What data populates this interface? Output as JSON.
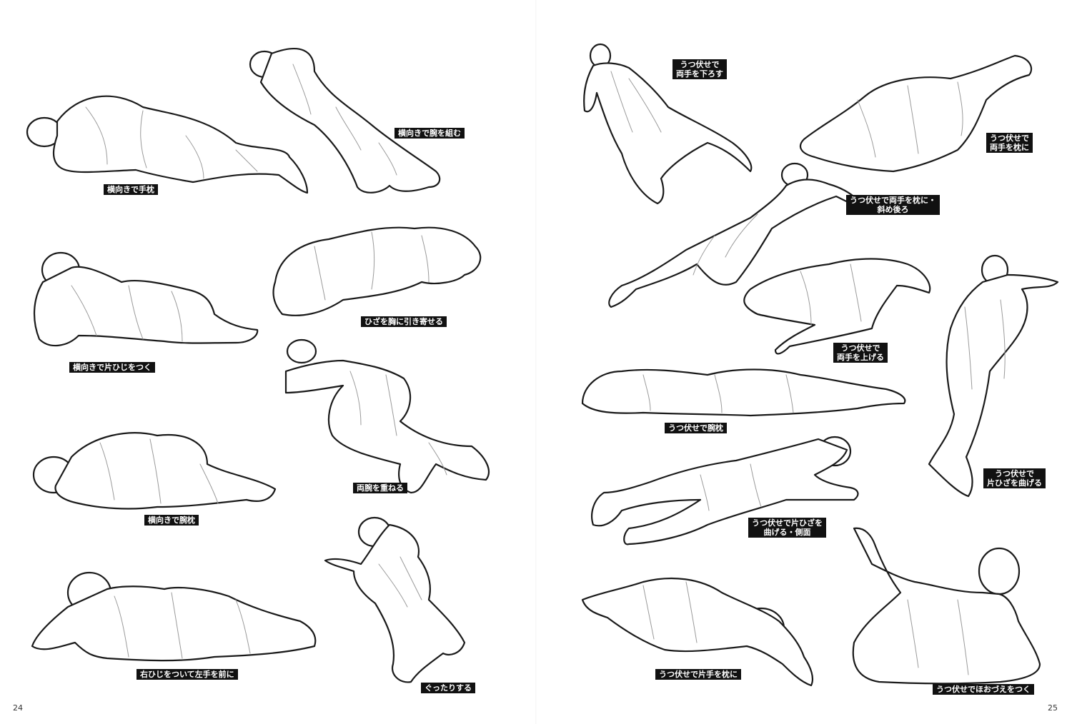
{
  "page_numbers": {
    "left": "24",
    "right": "25"
  },
  "captions": [
    {
      "id": "yokomuki-temakura",
      "lines": [
        "横向きで手枕"
      ]
    },
    {
      "id": "yokomuki-ude-kumu",
      "lines": [
        "横向きで腕を組む"
      ]
    },
    {
      "id": "yokomuki-katahiji",
      "lines": [
        "横向きで片ひじをつく"
      ]
    },
    {
      "id": "hiza-mune",
      "lines": [
        "ひざを胸に引き寄せる"
      ]
    },
    {
      "id": "ryouude-kasaneru",
      "lines": [
        "両腕を重ねる"
      ]
    },
    {
      "id": "yokomuki-udemakura",
      "lines": [
        "横向きで腕枕"
      ]
    },
    {
      "id": "migihiji-hidarite",
      "lines": [
        "右ひじをついて左手を前に"
      ]
    },
    {
      "id": "guttari",
      "lines": [
        "ぐったりする"
      ]
    },
    {
      "id": "utsubuse-ryoute-orosu",
      "lines": [
        "うつ伏せで",
        "両手を下ろす"
      ]
    },
    {
      "id": "utsubuse-ryoute-makura",
      "lines": [
        "うつ伏せで",
        "両手を枕に"
      ]
    },
    {
      "id": "utsubuse-ryoute-makura-naname",
      "lines": [
        "うつ伏せで両手を枕に・",
        "斜め後ろ"
      ]
    },
    {
      "id": "utsubuse-ryoute-ageru",
      "lines": [
        "うつ伏せで",
        "両手を上げる"
      ]
    },
    {
      "id": "utsubuse-udemakura",
      "lines": [
        "うつ伏せで腕枕"
      ]
    },
    {
      "id": "utsubuse-katahiza-mageru",
      "lines": [
        "うつ伏せで",
        "片ひざを曲げる"
      ]
    },
    {
      "id": "utsubuse-katahiza-sokumen",
      "lines": [
        "うつ伏せで片ひざを",
        "曲げる・側面"
      ]
    },
    {
      "id": "utsubuse-katate-makura",
      "lines": [
        "うつ伏せで片手を枕に"
      ]
    },
    {
      "id": "utsubuse-hoozue",
      "lines": [
        "うつ伏せでほおづえをつく"
      ]
    }
  ],
  "colors": {
    "label_bg": "#111111",
    "label_text": "#ffffff",
    "outline": "#1a1a1a",
    "inner_line": "#9a9a9a"
  }
}
